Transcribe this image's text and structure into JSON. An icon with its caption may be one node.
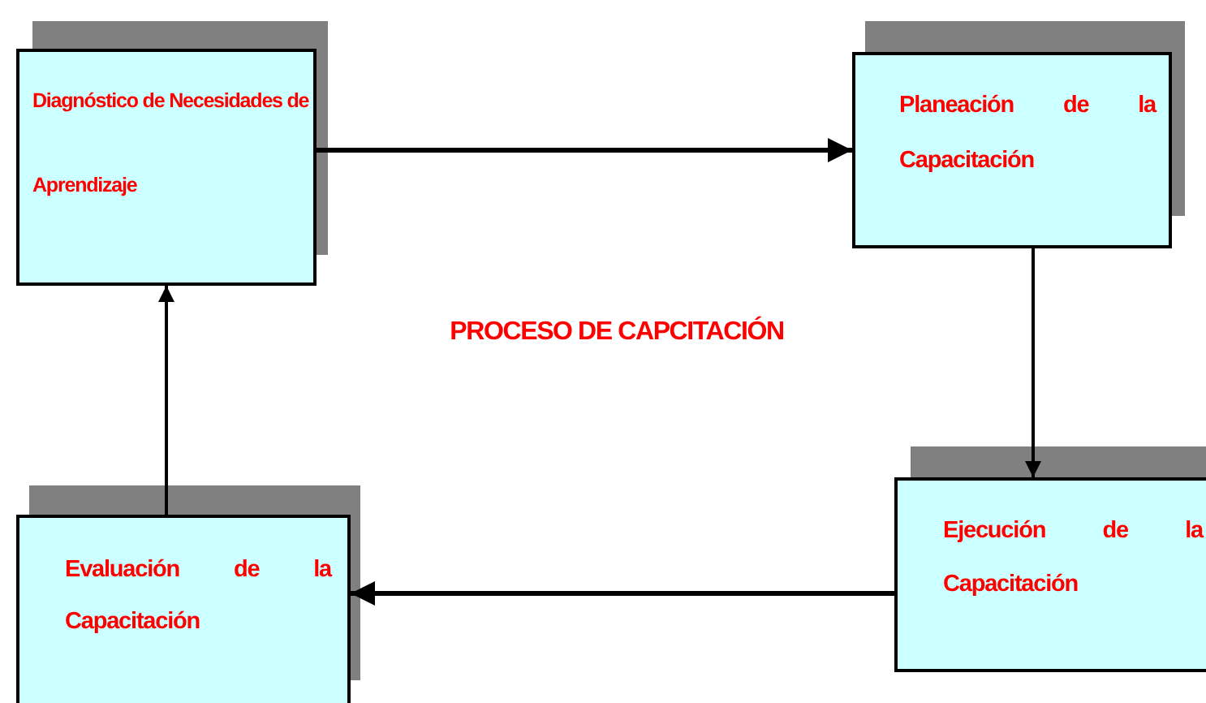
{
  "diagram": {
    "title": "PROCESO DE CAPCITACIÓN",
    "nodes": [
      {
        "text": [
          "Diagnóstico de Necesidades de Aprendizaje"
        ]
      },
      {
        "text": [
          "Planeación de la Capacitación"
        ]
      },
      {
        "text": [
          "Ejecución de la Capacitación"
        ]
      },
      {
        "text": [
          "Evaluación de la Capacitación"
        ]
      }
    ],
    "edges": [
      {
        "from": 0,
        "to": 1,
        "arrow": "to"
      },
      {
        "from": 1,
        "to": 2,
        "arrow": "to"
      },
      {
        "from": 2,
        "to": 3,
        "arrow": "to"
      },
      {
        "from": 3,
        "to": 0,
        "arrow": "to"
      }
    ]
  }
}
